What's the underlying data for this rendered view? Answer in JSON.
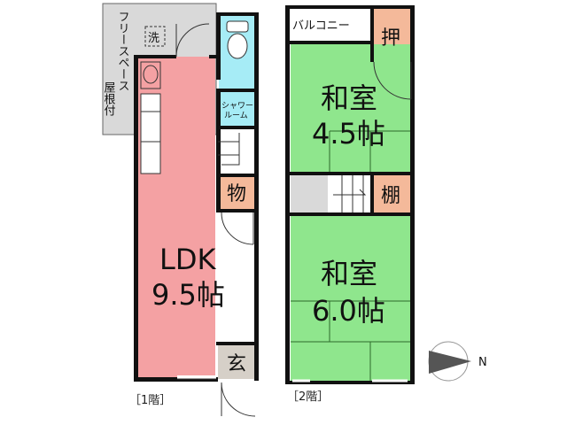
{
  "floor1": {
    "label": "［1階］",
    "ldk_name": "LDK",
    "ldk_size": "9.5帖",
    "storage": "物",
    "entrance": "玄",
    "laundry": "洗",
    "shower_line1": "シャワー",
    "shower_line2": "ルーム",
    "free_space": "フリースペース",
    "roofed": "屋根付"
  },
  "floor2": {
    "label": "［2階］",
    "balcony": "バルコニー",
    "closet": "押",
    "shelf": "棚",
    "room_a_name": "和室",
    "room_a_size": "4.5帖",
    "room_b_name": "和室",
    "room_b_size": "6.0帖"
  },
  "compass": {
    "label": "N"
  },
  "colors": {
    "ldk": "#f4a1a3",
    "tatami": "#8fe68d",
    "storage": "#f4b99a",
    "bathroom": "#a6ecf6",
    "free_space": "#d9d9d9",
    "entrance": "#d6d0c8",
    "wall": "#111111"
  }
}
